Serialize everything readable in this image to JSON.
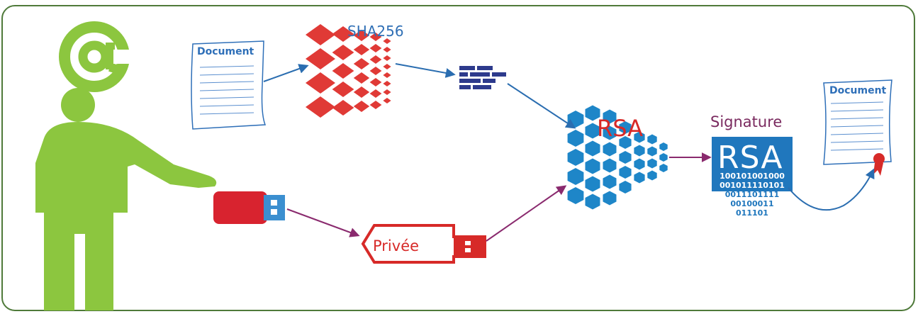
{
  "labels": {
    "hash_algorithm": "SHA256",
    "document_left": "Document",
    "document_right": "Document",
    "rsa_label": "RSA",
    "signature_label": "Signature",
    "signature_box": "RSA",
    "private_key": "Privée"
  },
  "signature_bits": [
    "100101001000",
    "001011110101",
    "0011101111",
    "00100011",
    "011101"
  ],
  "icons": [
    "at-sign-icon",
    "person-icon",
    "usb-key-icon",
    "document-icon",
    "hash-funnel-icon",
    "hash-output-icon",
    "rsa-funnel-icon",
    "private-key-icon",
    "signed-document-icon",
    "seal-icon"
  ],
  "colors": {
    "person": "#8cc63f",
    "hash": "#e03a36",
    "hash_output": "#2d3a8c",
    "rsa": "#1e86c8",
    "arrow_blue": "#2a6db0",
    "arrow_purple": "#8a2a6e",
    "key_red": "#d72a28",
    "frame": "#4f7a3a"
  }
}
